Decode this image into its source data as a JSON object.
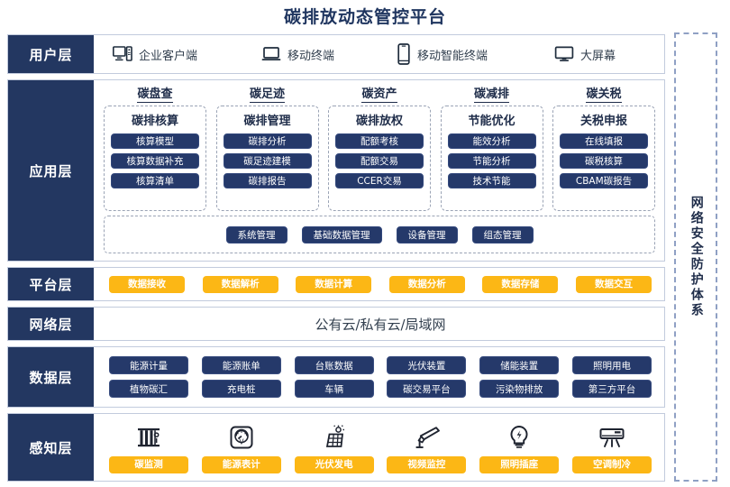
{
  "title": "碳排放动态管控平台",
  "security_panel": {
    "label": "网络安全防护体系"
  },
  "layers": {
    "user": {
      "label": "用户层",
      "items": [
        {
          "icon": "desktop-tower-icon",
          "label": "企业客户端"
        },
        {
          "icon": "laptop-icon",
          "label": "移动终端"
        },
        {
          "icon": "smartphone-icon",
          "label": "移动智能终端"
        },
        {
          "icon": "monitor-icon",
          "label": "大屏幕"
        }
      ]
    },
    "application": {
      "label": "应用层",
      "columns": [
        {
          "head": "碳盘查",
          "sub": "碳排核算",
          "items": [
            "核算模型",
            "核算数据补充",
            "核算清单"
          ]
        },
        {
          "head": "碳足迹",
          "sub": "碳排管理",
          "items": [
            "碳排分析",
            "碳足迹建模",
            "碳排报告"
          ]
        },
        {
          "head": "碳资产",
          "sub": "碳排放权",
          "items": [
            "配额考核",
            "配额交易",
            "CCER交易"
          ]
        },
        {
          "head": "碳减排",
          "sub": "节能优化",
          "items": [
            "能效分析",
            "节能分析",
            "技术节能"
          ]
        },
        {
          "head": "碳关税",
          "sub": "关税申报",
          "items": [
            "在线填报",
            "碳税核算",
            "CBAM碳报告"
          ]
        }
      ],
      "management": [
        "系统管理",
        "基础数据管理",
        "设备管理",
        "组态管理"
      ]
    },
    "platform": {
      "label": "平台层",
      "items": [
        "数据接收",
        "数据解析",
        "数据计算",
        "数据分析",
        "数据存储",
        "数据交互"
      ]
    },
    "network": {
      "label": "网络层",
      "text": "公有云/私有云/局域网"
    },
    "data": {
      "label": "数据层",
      "row1": [
        "能源计量",
        "能源账单",
        "台账数据",
        "光伏装置",
        "储能装置",
        "照明用电"
      ],
      "row2": [
        "植物碳汇",
        "充电桩",
        "车辆",
        "碳交易平台",
        "污染物排放",
        "第三方平台"
      ]
    },
    "sense": {
      "label": "感知层",
      "items": [
        {
          "icon": "carbon-monitor-icon",
          "label": "碳监测"
        },
        {
          "icon": "energy-meter-icon",
          "label": "能源表计"
        },
        {
          "icon": "solar-panel-icon",
          "label": "光伏发电"
        },
        {
          "icon": "cctv-camera-icon",
          "label": "视频监控"
        },
        {
          "icon": "light-bulb-icon",
          "label": "照明插座"
        },
        {
          "icon": "air-conditioner-icon",
          "label": "空调制冷"
        }
      ]
    }
  },
  "colors": {
    "dark_blue": "#233761",
    "pill_blue": "#25396a",
    "accent_yellow": "#fcb715",
    "panel_border": "#8fa0c4",
    "title": "#1f355f"
  }
}
